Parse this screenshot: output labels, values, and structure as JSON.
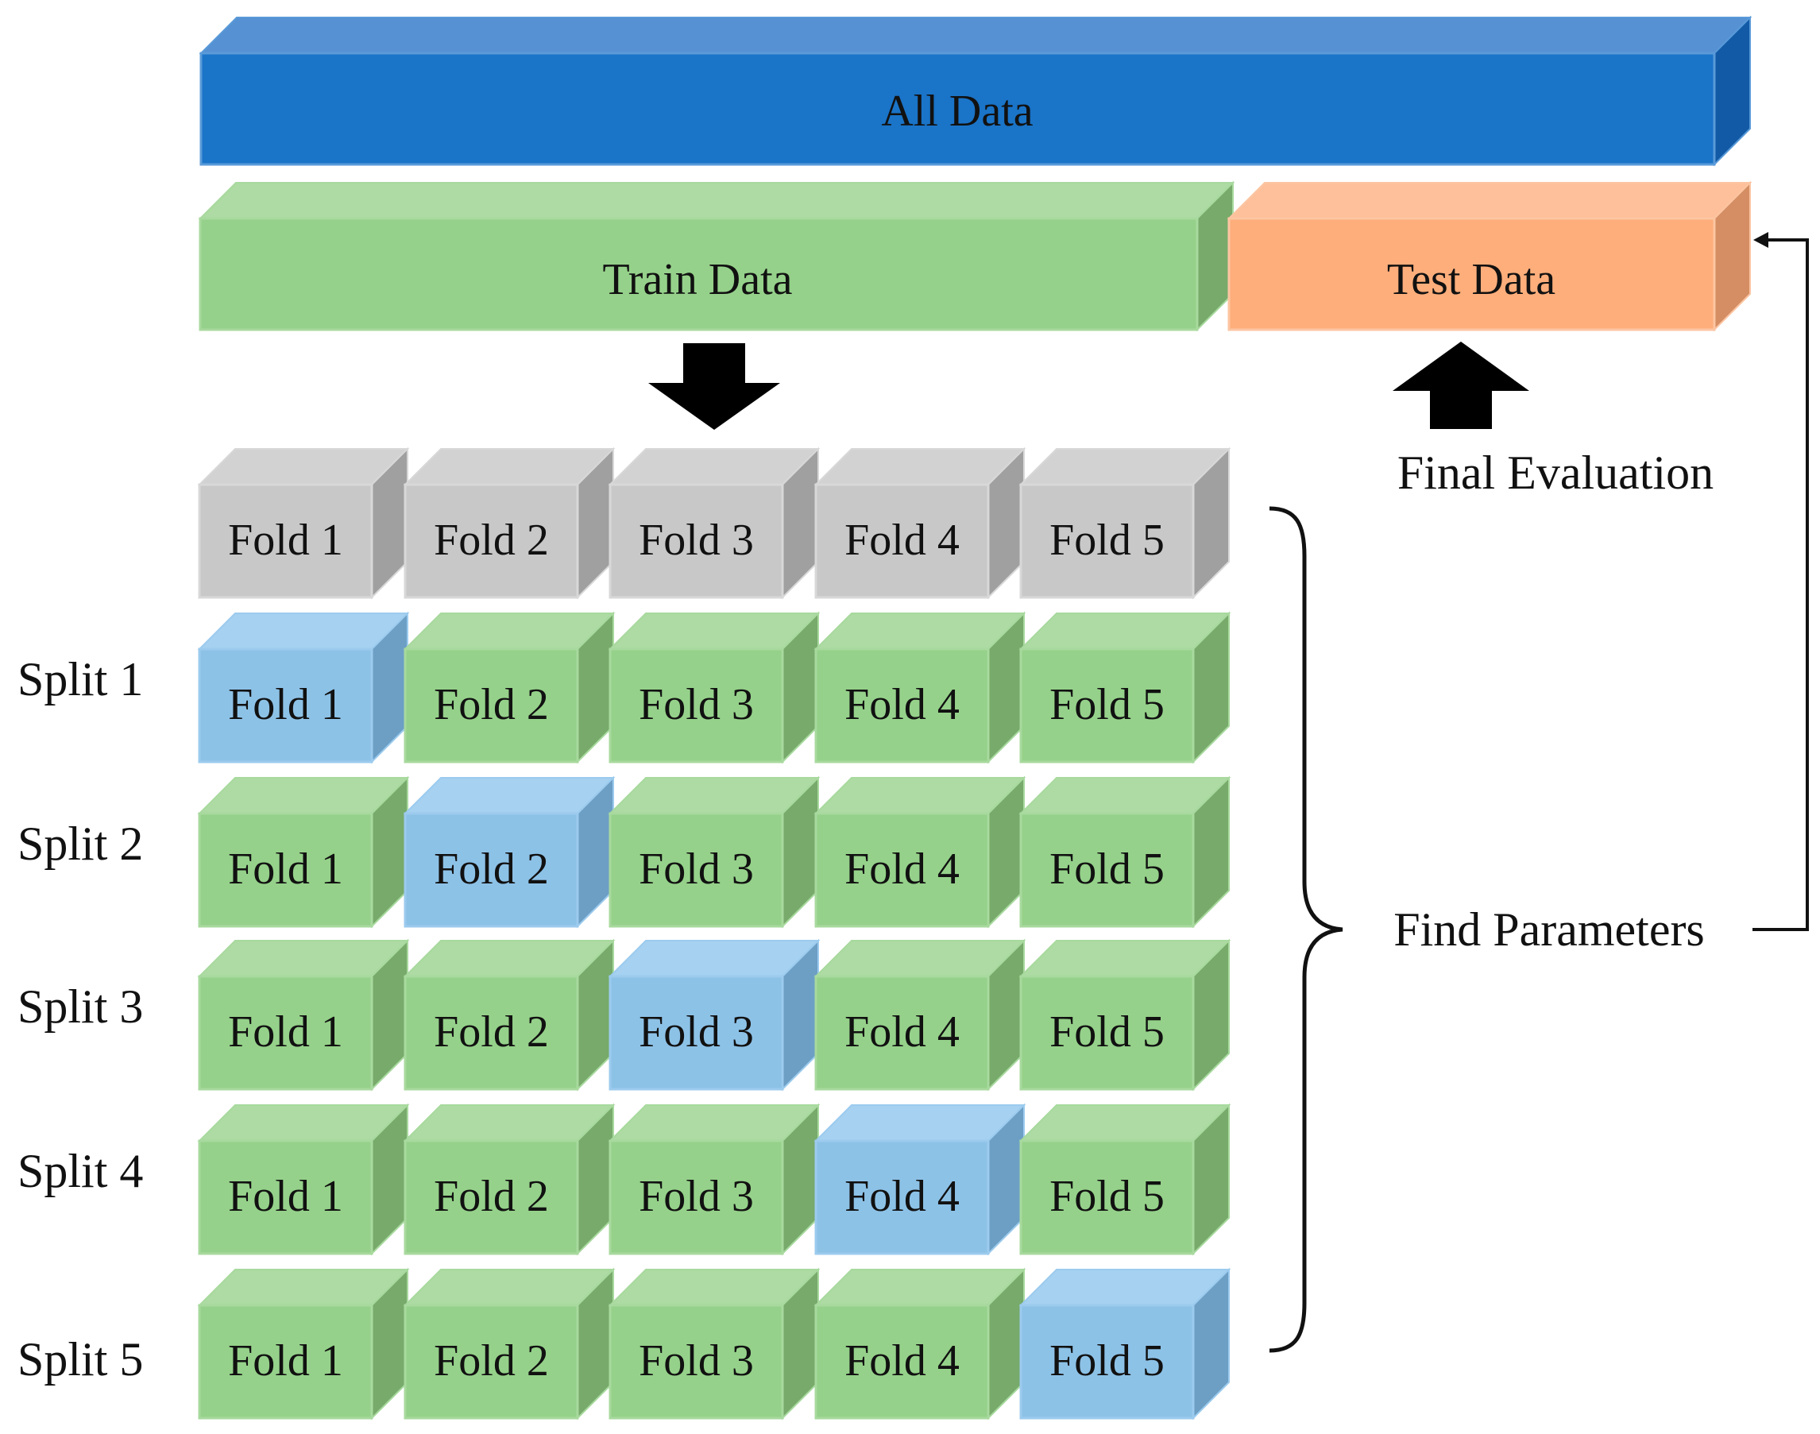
{
  "all_data": {
    "label": "All Data"
  },
  "train_data": {
    "label": "Train Data"
  },
  "test_data": {
    "label": "Test Data"
  },
  "final_evaluation": {
    "label": "Final Evaluation"
  },
  "find_parameters": {
    "label": "Find Parameters"
  },
  "fold_labels": [
    "Fold 1",
    "Fold 2",
    "Fold 3",
    "Fold 4",
    "Fold 5"
  ],
  "splits": [
    {
      "label": "Split 1",
      "validation_fold": 1
    },
    {
      "label": "Split 2",
      "validation_fold": 2
    },
    {
      "label": "Split 3",
      "validation_fold": 3
    },
    {
      "label": "Split 4",
      "validation_fold": 4
    },
    {
      "label": "Split 5",
      "validation_fold": 5
    }
  ],
  "colors": {
    "all_data": {
      "front": "#1a74c8",
      "top": "#5591d3",
      "side": "#125aa6",
      "edge": "#5a9ad8"
    },
    "train": {
      "front": "#95d18a",
      "top": "#addba3",
      "side": "#77aa6b",
      "edge": "#a8d99e"
    },
    "test": {
      "front": "#feae7b",
      "top": "#fec09a",
      "side": "#d58e63",
      "edge": "#fcc5a2"
    },
    "fold_gray": {
      "front": "#c8c8c8",
      "top": "#d2d2d2",
      "side": "#a0a0a0",
      "edge": "#d8d8d8"
    },
    "fold_green": {
      "front": "#95d18a",
      "top": "#addba3",
      "side": "#77aa6b",
      "edge": "#a8d99e"
    },
    "fold_blue": {
      "front": "#8dc2e7",
      "top": "#a6d1f0",
      "side": "#6d9fc5",
      "edge": "#9ccbee"
    }
  }
}
